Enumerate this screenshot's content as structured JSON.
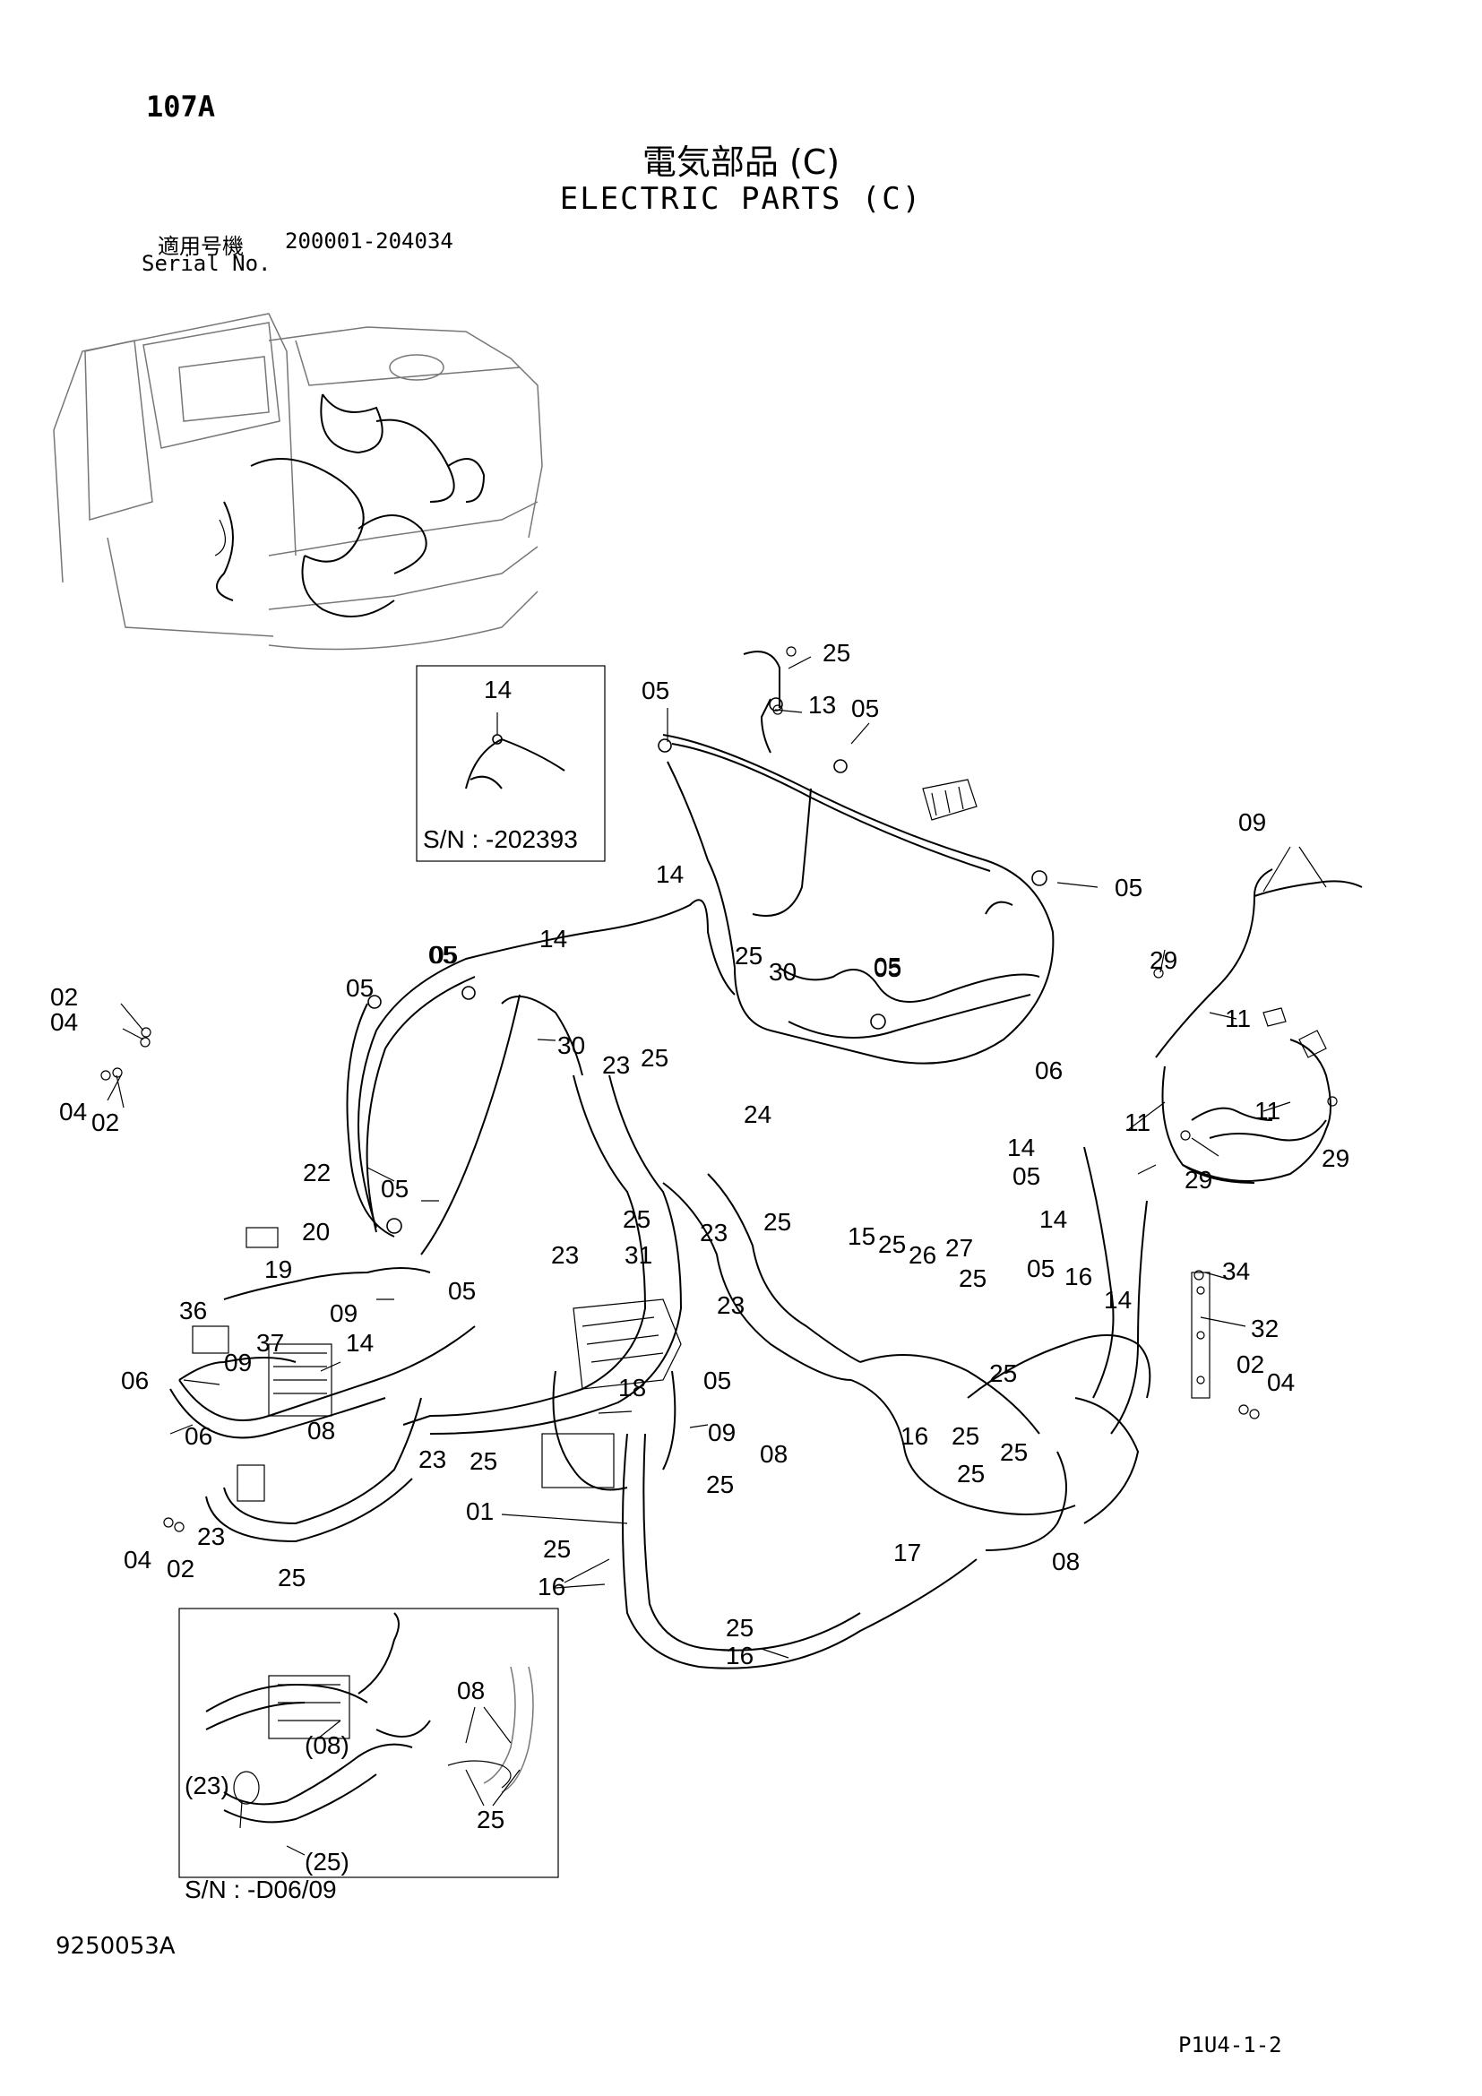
{
  "header": {
    "page_code": "107A",
    "title_ja": "電気部品 (C)",
    "title_en": "ELECTRIC PARTS (C)",
    "serial_label_ja": "適用号機",
    "serial_label_en": "Serial No.",
    "serial_range": "200001-204034"
  },
  "insets": {
    "top": {
      "serial": "S/N :  -202393",
      "callouts": [
        "14"
      ]
    },
    "bottom": {
      "serial": "S/N :  -D06/09",
      "callouts": [
        "(23)",
        "(08)",
        "(25)",
        "08",
        "25"
      ]
    }
  },
  "callouts": [
    "25",
    "13",
    "05",
    "05",
    "05",
    "05",
    "05",
    "14",
    "14",
    "05",
    "05",
    "25",
    "30",
    "05",
    "06",
    "09",
    "29",
    "11",
    "11",
    "11",
    "29",
    "29",
    "02",
    "04",
    "04",
    "02",
    "30",
    "23",
    "25",
    "24",
    "14",
    "05",
    "22",
    "05",
    "20",
    "25",
    "23",
    "23",
    "25",
    "31",
    "15",
    "25",
    "26",
    "27",
    "14",
    "19",
    "36",
    "09",
    "05",
    "25",
    "23",
    "05",
    "16",
    "14",
    "34",
    "37",
    "14",
    "09",
    "32",
    "06",
    "18",
    "05",
    "02",
    "04",
    "25",
    "08",
    "06",
    "09",
    "16",
    "25",
    "23",
    "25",
    "25",
    "08",
    "25",
    "25",
    "01",
    "04",
    "02",
    "23",
    "25",
    "17",
    "08",
    "25",
    "16",
    "25",
    "16"
  ],
  "footer": {
    "doc_id": "9250053A",
    "page_ref": "P1U4-1-2"
  }
}
